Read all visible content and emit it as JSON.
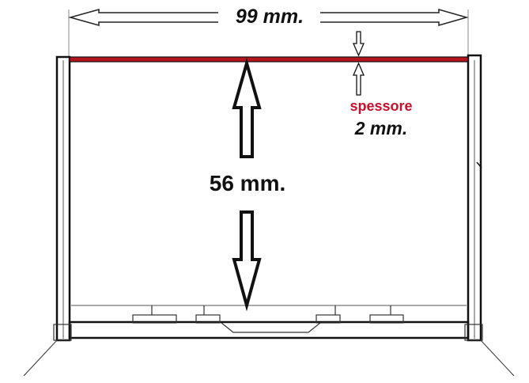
{
  "labels": {
    "width": "99 mm.",
    "height": "56 mm.",
    "thickness_word": "spessore",
    "thickness_value": "2 mm."
  },
  "colors": {
    "ink": "#111111",
    "accent": "#c8102e",
    "panel": "#b5141e"
  },
  "icons": [
    "width-dimension-arrow",
    "height-dimension-arrow",
    "thickness-indicator-arrows"
  ]
}
